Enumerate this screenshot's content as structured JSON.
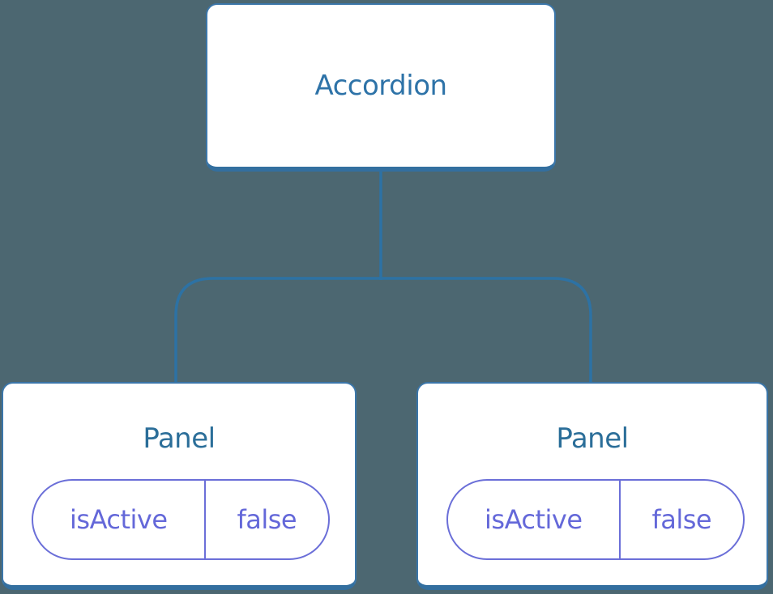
{
  "diagram": {
    "type": "component-tree",
    "background_color": "#4C6771",
    "node_fill": "#ffffff",
    "node_border_color": "#3B76A9",
    "node_title_color": "#2E73A8",
    "connector_color": "#2D72A4",
    "state_accent_color": "#6B6FD8",
    "root": {
      "label": "Accordion"
    },
    "children": [
      {
        "label": "Panel",
        "state": {
          "name": "isActive",
          "value": "false"
        }
      },
      {
        "label": "Panel",
        "state": {
          "name": "isActive",
          "value": "false"
        }
      }
    ]
  }
}
